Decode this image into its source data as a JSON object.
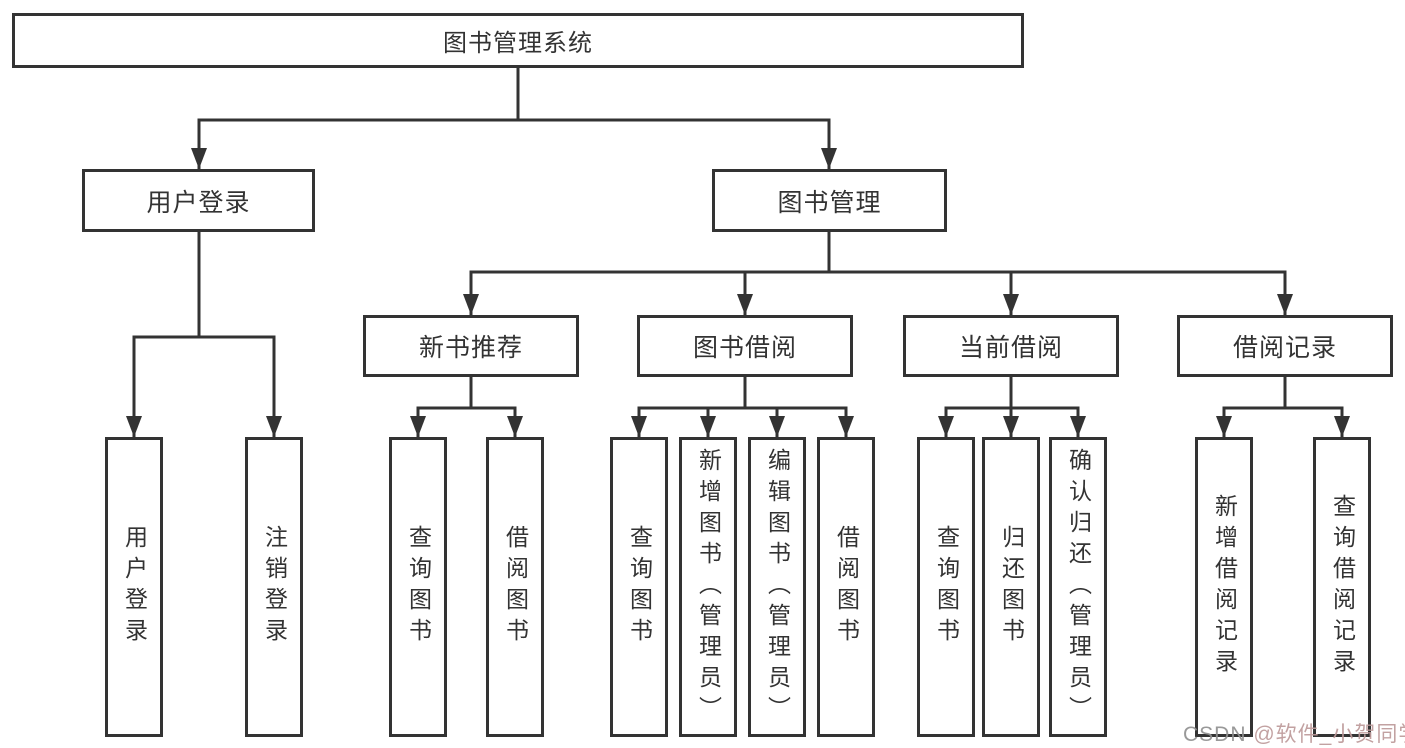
{
  "diagram": {
    "title": "图书管理系统",
    "level2": [
      {
        "label": "用户登录",
        "children": [
          {
            "label": "用户登录"
          },
          {
            "label": "注销登录"
          }
        ]
      },
      {
        "label": "图书管理",
        "children": [
          {
            "label": "新书推荐",
            "children": [
              {
                "label": "查询图书"
              },
              {
                "label": "借阅图书"
              }
            ]
          },
          {
            "label": "图书借阅",
            "children": [
              {
                "label": "查询图书"
              },
              {
                "label": "新增图书（管理员）"
              },
              {
                "label": "编辑图书（管理员）"
              },
              {
                "label": "借阅图书"
              }
            ]
          },
          {
            "label": "当前借阅",
            "children": [
              {
                "label": "查询图书"
              },
              {
                "label": "归还图书"
              },
              {
                "label": "确认归还（管理员）"
              }
            ]
          },
          {
            "label": "借阅记录",
            "children": [
              {
                "label": "新增借阅记录"
              },
              {
                "label": "查询借阅记录"
              }
            ]
          }
        ]
      }
    ]
  },
  "watermark": {
    "prefix": "CSDN ",
    "name": "@软件_小贺同学"
  },
  "colors": {
    "line": "#333333",
    "text": "#333333",
    "background": "#ffffff",
    "watermark_gray": "#919191",
    "watermark_pink": "#bd9a9a"
  }
}
